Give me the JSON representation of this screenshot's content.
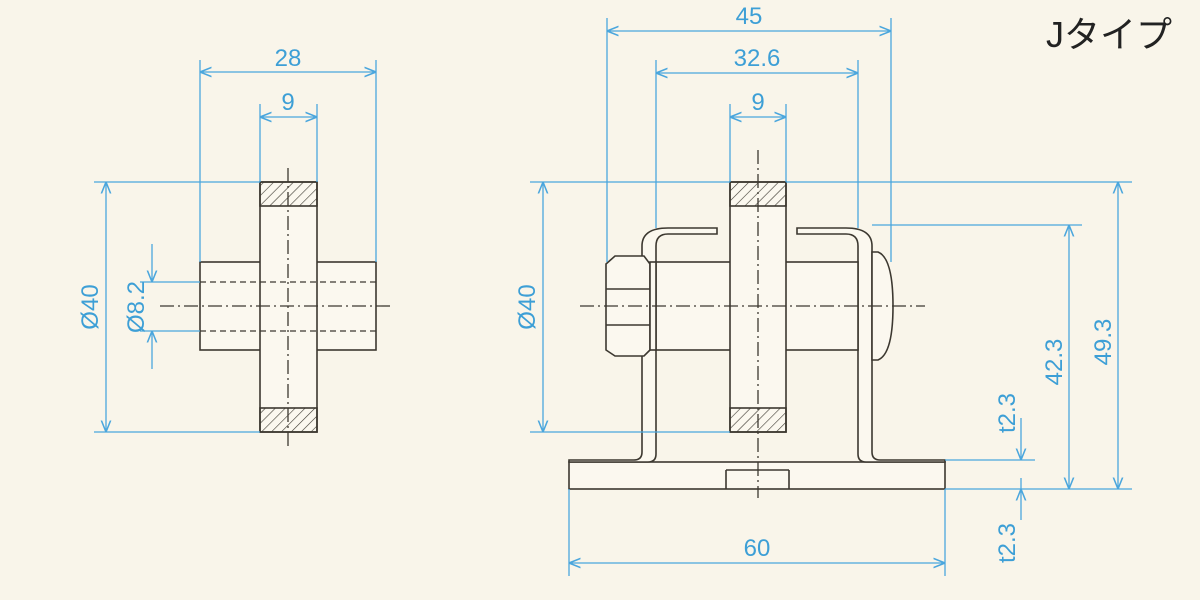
{
  "title": "Jタイプ",
  "colors": {
    "background": "#f9f5ea",
    "dimension": "#3d9fd6",
    "outline": "#3c3830"
  },
  "side_view": {
    "width": "28",
    "wheel_width": "9",
    "wheel_diameter": "Ø40",
    "bore_diameter": "Ø8.2"
  },
  "front_view": {
    "overall_width": "45",
    "bracket_width": "32.6",
    "wheel_width": "9",
    "wheel_diameter": "Ø40",
    "base_width": "60",
    "axle_height": "42.3",
    "total_height": "49.3",
    "plate_thickness_upper": "t2.3",
    "plate_thickness_lower": "t2.3"
  }
}
